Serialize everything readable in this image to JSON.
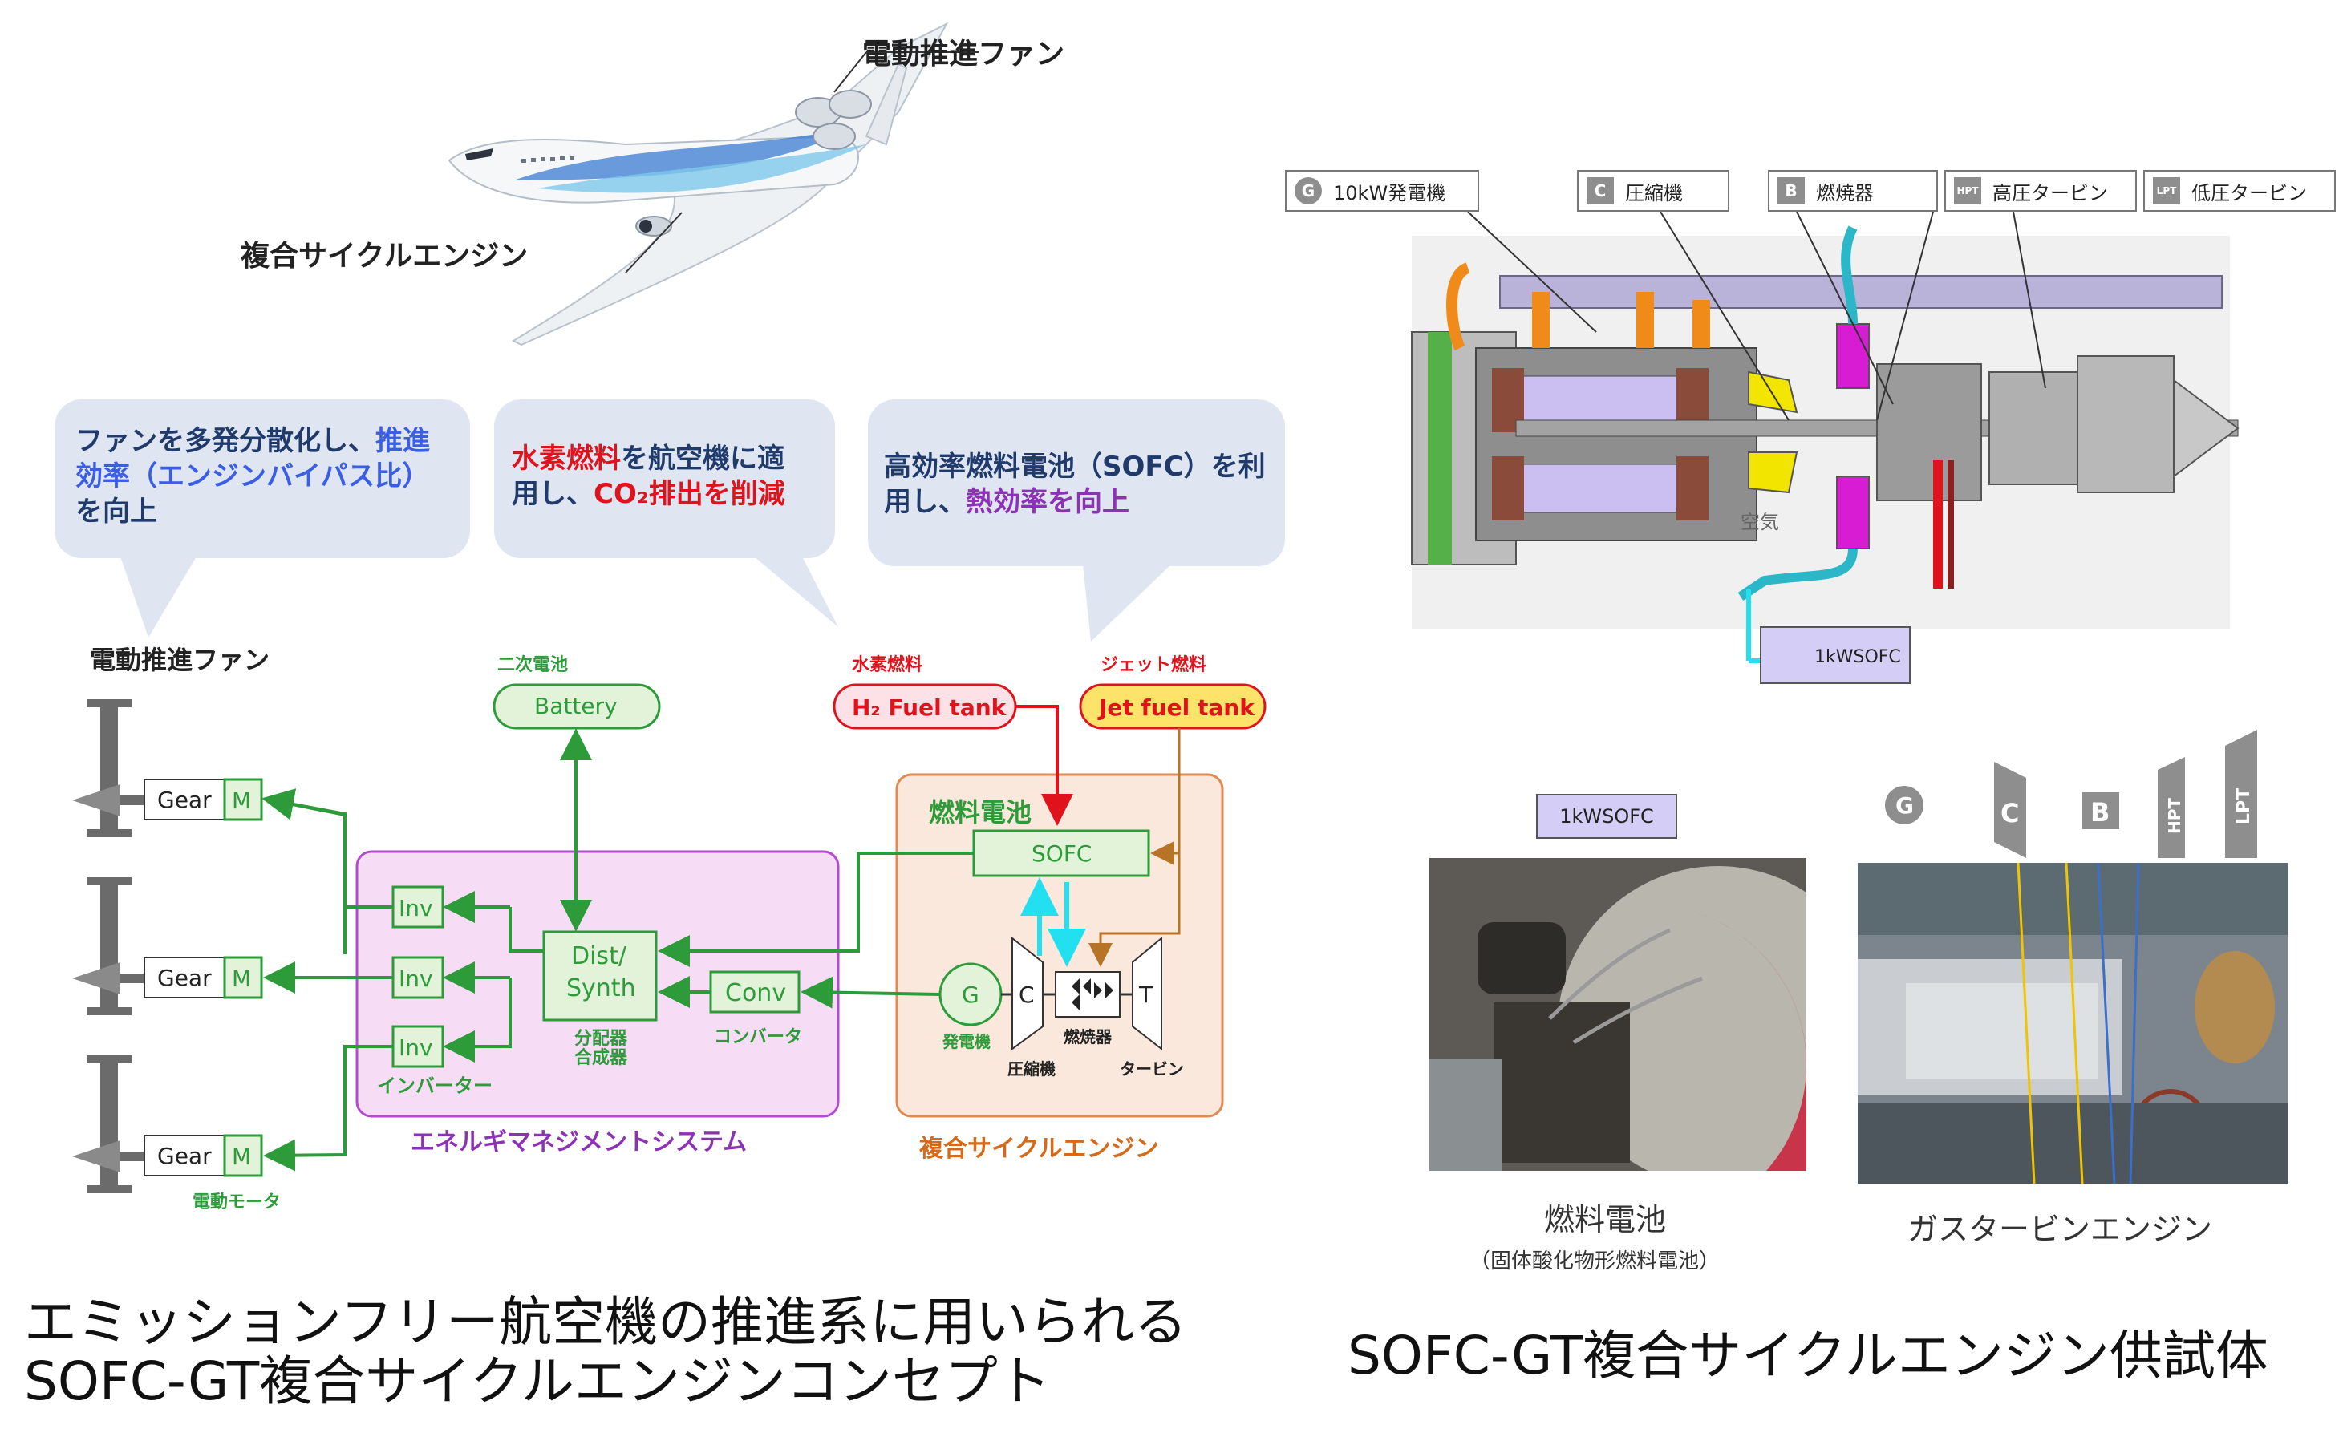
{
  "aircraft": {
    "fan_label": "電動推進ファン",
    "engine_label": "複合サイクルエンジン"
  },
  "bubbles": {
    "b1": {
      "prefix": "ファンを多発分散化し、",
      "blue1": "推進",
      "blue2": "効率（エンジンバイパス比）",
      "suffix": "を向上"
    },
    "b2": {
      "red1": "水素燃料",
      "mid": "を航空機に適",
      "line2a": "用し、",
      "red2": "CO₂排出を削減"
    },
    "b3": {
      "line1": "高効率燃料電池（SOFC）を利",
      "line2a": "用し、",
      "purple": "熱効率を向上"
    }
  },
  "diagram": {
    "fan_title": "電動推進ファン",
    "gear": "Gear",
    "motor": "M",
    "motor_caption": "電動モータ",
    "battery_caption": "二次電池",
    "battery": "Battery",
    "h2_caption": "水素燃料",
    "h2_tank": "H₂ Fuel tank",
    "jet_caption": "ジェット燃料",
    "jet_tank": "Jet fuel tank",
    "inv": "Inv",
    "inverter_caption": "インバーター",
    "dist1": "Dist/",
    "dist2": "Synth",
    "dist_caption1": "分配器",
    "dist_caption2": "合成器",
    "conv": "Conv",
    "conv_caption": "コンバータ",
    "fuelcell_title": "燃料電池",
    "sofc": "SOFC",
    "gen": "G",
    "gen_caption": "発電機",
    "comp": "C",
    "comp_caption": "圧縮機",
    "comb_caption": "燃焼器",
    "turb": "T",
    "turb_caption": "タービン",
    "ems_title": "エネルギマネジメントシステム",
    "cce_title": "複合サイクルエンジン"
  },
  "engine_drawing": {
    "labels": [
      {
        "chip": "G",
        "text": "10kW発電機"
      },
      {
        "chip": "C",
        "text": "圧縮機"
      },
      {
        "chip": "B",
        "text": "燃焼器"
      },
      {
        "chip": "HPT",
        "text": "高圧タービン"
      },
      {
        "chip": "LPT",
        "text": "低圧タービン"
      }
    ],
    "air_label": "空気",
    "sofc_box": "1kWSOFC"
  },
  "photos": {
    "sofc_label": "1kWSOFC",
    "sofc_caption": "燃料電池",
    "sofc_subcaption": "（固体酸化物形燃料電池）",
    "gt_caption": "ガスタービンエンジン",
    "gt_tags": [
      "G",
      "C",
      "B",
      "HPT",
      "LPT"
    ]
  },
  "captions": {
    "left_line1": "エミッションフリー航空機の推進系に用いられる",
    "left_line2": "SOFC-GT複合サイクルエンジンコンセプト",
    "right": "SOFC-GT複合サイクルエンジン供試体"
  },
  "colors": {
    "green": "#2e9b3a",
    "green_fill": "#e2f3da",
    "red": "#e0121c",
    "cyan": "#22e0f0",
    "brown": "#b77327",
    "ems_fill": "#f7dcf5",
    "ems_border": "#b34ad0",
    "cce_fill": "#fbe8dd",
    "cce_border": "#e08a52"
  }
}
